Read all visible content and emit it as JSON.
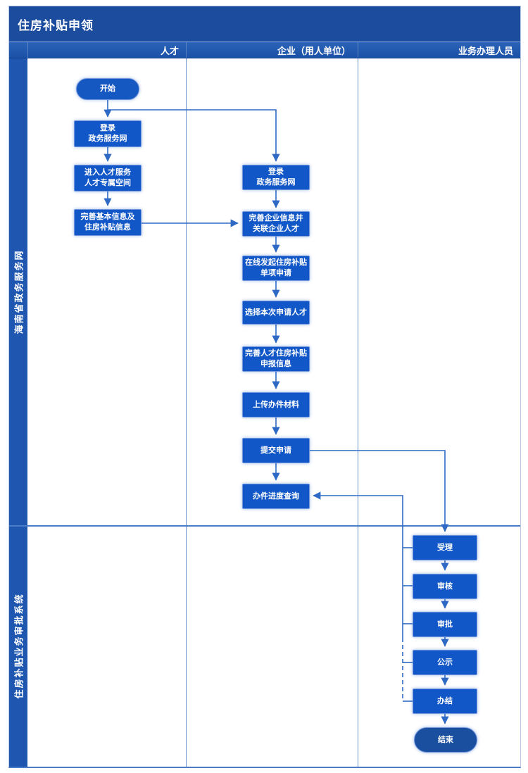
{
  "title": "住房补贴申领",
  "columns": [
    {
      "label": "人才"
    },
    {
      "label": "企业（用人单位）"
    },
    {
      "label": "业务办理人员"
    }
  ],
  "lanes": [
    {
      "label": "海南省政务服务网"
    },
    {
      "label": "住房补贴业务审批系统"
    }
  ],
  "colors": {
    "title_bar": "#1b4c9e",
    "header_row": "#1f57ac",
    "lane_strip": "#1e56b0",
    "node_fill": "#1257c7",
    "node_border": "#7396dc",
    "connector": "#2e6ac5",
    "text": "#ffffff"
  },
  "nodes": {
    "start": {
      "text": "开始"
    },
    "talent_login": {
      "text": "登录\n政务服务网"
    },
    "talent_enter_space": {
      "text": "进入人才服务\n人才专属空间"
    },
    "talent_complete_info": {
      "text": "完善基本信息及\n住房补贴信息"
    },
    "ent_login": {
      "text": "登录\n政务服务网"
    },
    "ent_complete_info": {
      "text": "完善企业信息并\n关联企业人才"
    },
    "ent_initiate": {
      "text": "在线发起住房补贴\n单项申请"
    },
    "ent_select_talent": {
      "text": "选择本次申请人才"
    },
    "ent_declare_info": {
      "text": "完善人才住房补贴\n申报信息"
    },
    "ent_upload": {
      "text": "上传办件材料"
    },
    "ent_submit": {
      "text": "提交申请"
    },
    "ent_progress": {
      "text": "办件进度查询"
    },
    "staff_accept": {
      "text": "受理"
    },
    "staff_review": {
      "text": "审核"
    },
    "staff_approve": {
      "text": "审批"
    },
    "staff_publicize": {
      "text": "公示"
    },
    "staff_finish": {
      "text": "办结"
    },
    "end": {
      "text": "结束"
    }
  },
  "edges": [
    {
      "from": "start",
      "to": "talent_login"
    },
    {
      "from": "start",
      "to": "ent_login"
    },
    {
      "from": "talent_login",
      "to": "talent_enter_space"
    },
    {
      "from": "talent_enter_space",
      "to": "talent_complete_info"
    },
    {
      "from": "talent_complete_info",
      "to": "ent_complete_info"
    },
    {
      "from": "ent_login",
      "to": "ent_complete_info"
    },
    {
      "from": "ent_complete_info",
      "to": "ent_initiate"
    },
    {
      "from": "ent_initiate",
      "to": "ent_select_talent"
    },
    {
      "from": "ent_select_talent",
      "to": "ent_declare_info"
    },
    {
      "from": "ent_declare_info",
      "to": "ent_upload"
    },
    {
      "from": "ent_upload",
      "to": "ent_submit"
    },
    {
      "from": "ent_submit",
      "to": "ent_progress"
    },
    {
      "from": "ent_submit",
      "to": "staff_accept"
    },
    {
      "from": "staff_accept",
      "to": "staff_review"
    },
    {
      "from": "staff_review",
      "to": "staff_approve"
    },
    {
      "from": "staff_approve",
      "to": "staff_publicize"
    },
    {
      "from": "staff_publicize",
      "to": "staff_finish",
      "style": "dashed-return"
    },
    {
      "from": "staff_finish",
      "to": "end"
    },
    {
      "from": "staff_steps",
      "to": "ent_progress",
      "note": "status feedback line, partly dashed"
    }
  ]
}
